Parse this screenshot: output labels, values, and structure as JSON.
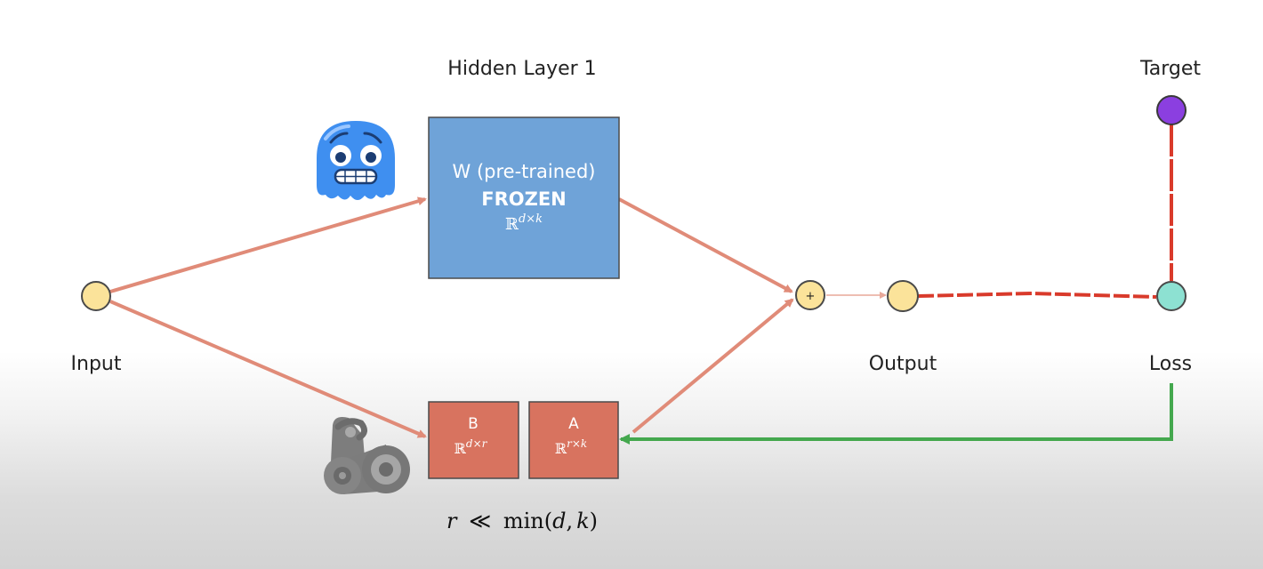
{
  "labels": {
    "hidden_layer": "Hidden Layer 1",
    "input": "Input",
    "output": "Output",
    "loss": "Loss",
    "target": "Target"
  },
  "frozen_box": {
    "line1": "W (pre-trained)",
    "line2": "FROZEN",
    "space": "ℝ",
    "exp": "d×k"
  },
  "box_b": {
    "letter": "B",
    "space": "ℝ",
    "exp": "d×r"
  },
  "box_a": {
    "letter": "A",
    "space": "ℝ",
    "exp": "r×k"
  },
  "sum_symbol": "+",
  "formula": {
    "r": "r",
    "op": "≪",
    "fn": "min(",
    "d": "d",
    "comma": ",",
    "k": "k",
    "close": ")"
  },
  "icons": [
    "freezing-face-icon",
    "film-reel-icon"
  ],
  "colors": {
    "frozen_box": "#6fa3d8",
    "lora_box": "#d8735f",
    "forward_arrow": "#e08b78",
    "loss_path": "#d93a2b",
    "gradient_path": "#44a84e",
    "node_yellow": "#fbe39a",
    "node_target": "#8b3fe0",
    "node_loss": "#8de1d2"
  }
}
